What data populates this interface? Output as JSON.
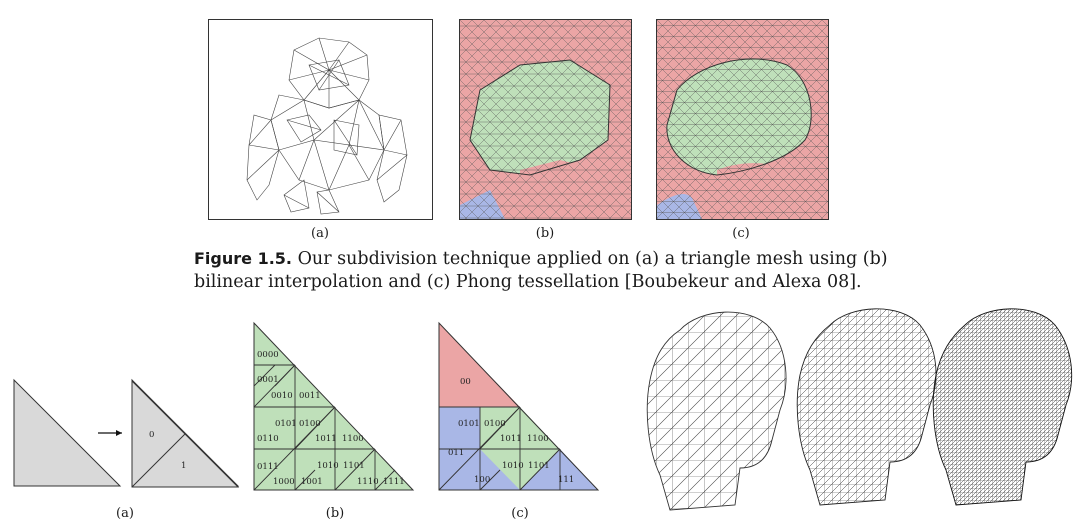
{
  "top_panels": {
    "labels": [
      "(a)",
      "(b)",
      "(c)"
    ]
  },
  "caption": {
    "figure_label": "Figure 1.5.",
    "text": "Our subdivision technique applied on (a) a triangle mesh using (b) bilinear interpolation and (c) Phong tessellation [Boubekeur and Alexa 08]."
  },
  "bottom_panels": {
    "labels": [
      "(a)",
      "(b)",
      "(c)"
    ],
    "panel_a_codes": [
      "0",
      "1"
    ],
    "panel_b_codes": [
      "0000",
      "0001",
      "0010",
      "0011",
      "0101",
      "0100",
      "0110",
      "1011",
      "1100",
      "0111",
      "1010",
      "1101",
      "1000",
      "1001",
      "1110",
      "1111"
    ],
    "panel_c_codes": [
      "00",
      "0101",
      "0100",
      "1011",
      "1100",
      "011",
      "1010",
      "1101",
      "100",
      "111"
    ]
  },
  "colors": {
    "region_red": "#eba5a5",
    "region_green": "#bfe0ba",
    "region_blue": "#a9b7e6",
    "tri_gray": "#d9d9d9"
  }
}
